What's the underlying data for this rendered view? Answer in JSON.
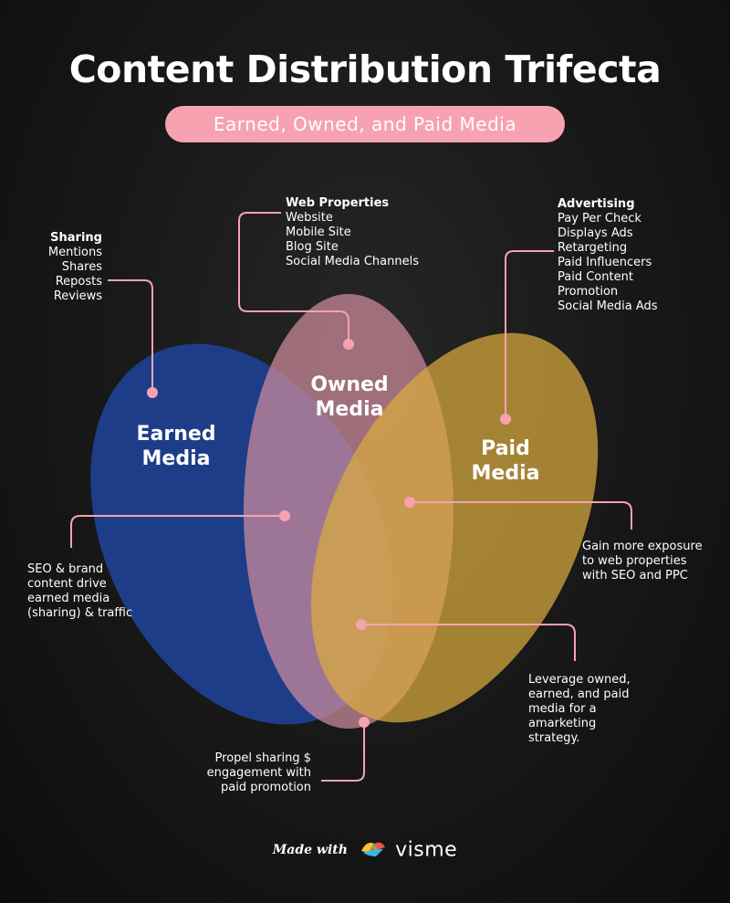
{
  "header": {
    "title": "Content Distribution Trifecta",
    "subtitle": "Earned, Owned, and Paid Media"
  },
  "circles": {
    "earned": {
      "line1": "Earned",
      "line2": "Media",
      "color": "#1f3f8f"
    },
    "owned": {
      "line1": "Owned",
      "line2": "Media",
      "color": "#b97788"
    },
    "paid": {
      "line1": "Paid",
      "line2": "Media",
      "color": "#c29a3a"
    }
  },
  "sharing": {
    "heading": "Sharing",
    "items": [
      "Mentions",
      "Shares",
      "Reposts",
      "Reviews"
    ]
  },
  "web_properties": {
    "heading": "Web Properties",
    "items": [
      "Website",
      "Mobile Site",
      "Blog Site",
      "Social Media Channels"
    ]
  },
  "advertising": {
    "heading": "Advertising",
    "items": [
      "Pay Per Check",
      "Displays Ads",
      "Retargeting",
      "Paid Influencers",
      "Paid Content",
      "Promotion",
      "Social Media Ads"
    ]
  },
  "notes": {
    "seo": [
      "SEO & brand",
      "content drive",
      "earned media",
      "(sharing) & traffic"
    ],
    "exposure": [
      "Gain more exposure",
      "to web properties",
      "with SEO and PPC"
    ],
    "leverage": [
      "Leverage owned,",
      "earned, and paid",
      "media for a",
      "amarketing",
      "strategy."
    ],
    "propel": [
      "Propel sharing $",
      "engagement with",
      "paid promotion"
    ]
  },
  "colors": {
    "accent_pink": "#f7a2b0",
    "background": "#161616"
  },
  "footer": {
    "made_with": "Made with",
    "brand": "visme",
    "logo_icon": "visme-logo-icon"
  }
}
